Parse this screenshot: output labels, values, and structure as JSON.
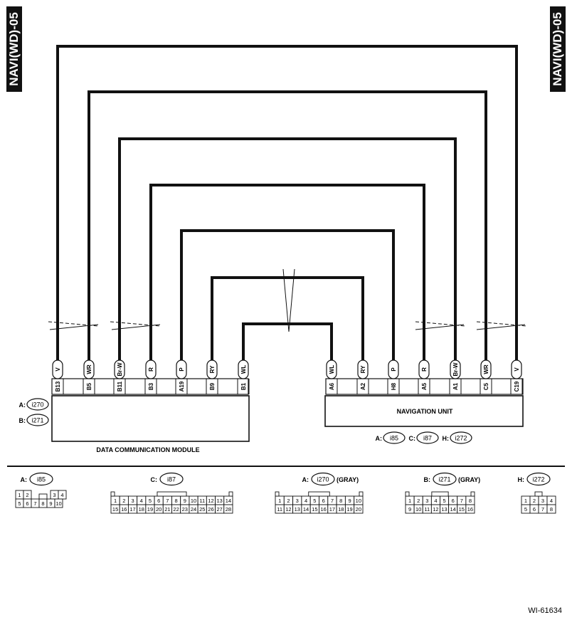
{
  "page_code": "NAVI(WD)-05",
  "figure_id": "WI-61634",
  "modules": {
    "dcm": {
      "title": "DATA COMMUNICATION MODULE",
      "connectors": [
        {
          "letter": "A:",
          "id": "i270"
        },
        {
          "letter": "B:",
          "id": "i271"
        }
      ]
    },
    "nav": {
      "title": "NAVIGATION UNIT",
      "connectors": [
        {
          "letter": "A:",
          "id": "i85"
        },
        {
          "letter": "C:",
          "id": "i87"
        },
        {
          "letter": "H:",
          "id": "i272"
        }
      ]
    }
  },
  "wires": [
    {
      "color": "V",
      "dcm_pin": "B13",
      "nav_pin": "C19"
    },
    {
      "color": "WR",
      "dcm_pin": "B5",
      "nav_pin": "C5"
    },
    {
      "color": "Br-W",
      "dcm_pin": "B11",
      "nav_pin": "A1"
    },
    {
      "color": "R",
      "dcm_pin": "B3",
      "nav_pin": "A5"
    },
    {
      "color": "P",
      "dcm_pin": "A19",
      "nav_pin": "H8"
    },
    {
      "color": "RY",
      "dcm_pin": "B9",
      "nav_pin": "A2"
    },
    {
      "color": "WL",
      "dcm_pin": "B1",
      "nav_pin": "A6"
    }
  ],
  "connector_views": [
    {
      "letter": "A:",
      "id": "i85",
      "note": "",
      "rows": [
        [
          "1",
          "2",
          "",
          "3",
          "4"
        ],
        [
          "5",
          "6",
          "7",
          "8",
          "9",
          "10"
        ]
      ]
    },
    {
      "letter": "C:",
      "id": "i87",
      "note": "",
      "rows": [
        [
          "1",
          "2",
          "3",
          "4",
          "5",
          "6",
          "7",
          "8",
          "9",
          "10",
          "11",
          "12",
          "13",
          "14"
        ],
        [
          "15",
          "16",
          "17",
          "18",
          "19",
          "20",
          "21",
          "22",
          "23",
          "24",
          "25",
          "26",
          "27",
          "28"
        ]
      ]
    },
    {
      "letter": "A:",
      "id": "i270",
      "note": "(GRAY)",
      "rows": [
        [
          "1",
          "2",
          "3",
          "4",
          "5",
          "6",
          "7",
          "8",
          "9",
          "10"
        ],
        [
          "11",
          "12",
          "13",
          "14",
          "15",
          "16",
          "17",
          "18",
          "19",
          "20"
        ]
      ]
    },
    {
      "letter": "B:",
      "id": "i271",
      "note": "(GRAY)",
      "rows": [
        [
          "1",
          "2",
          "3",
          "4",
          "5",
          "6",
          "7",
          "8"
        ],
        [
          "9",
          "10",
          "11",
          "12",
          "13",
          "14",
          "15",
          "16"
        ]
      ]
    },
    {
      "letter": "H:",
      "id": "i272",
      "note": "",
      "rows": [
        [
          "1",
          "2",
          "3",
          "4"
        ],
        [
          "5",
          "6",
          "7",
          "8"
        ]
      ]
    }
  ]
}
